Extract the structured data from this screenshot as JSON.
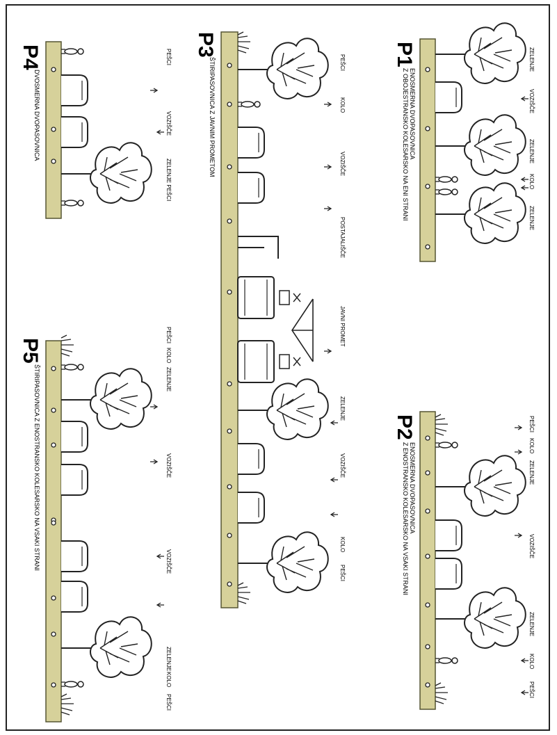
{
  "sections": [
    {
      "id": "P1",
      "code": "P1",
      "title": "ENOSMERNA DVOPASOVNICA",
      "subtitle": "Z OBOJESTRANSKO KOLESARSKO NA ENI STRANI",
      "labels": [
        "ZELENJE",
        "VOZIŠČE",
        "ZELENJE",
        "KOLO",
        "ZELENJE"
      ]
    },
    {
      "id": "P2",
      "code": "P2",
      "title": "ENOSMERNA DVOPASOVNICA",
      "subtitle": "Z ENOSTRANSKO KOLESARSKO NA VSAKI STRANI",
      "labels": [
        "PEŠCI",
        "KOLO",
        "ZELENJE",
        "VOZIŠČE",
        "ZELENJE",
        "KOLO",
        "PEŠCI"
      ]
    },
    {
      "id": "P3",
      "code": "P3",
      "title": "ŠTIRIPASOVNICA Z JAVNIM PROMETOM",
      "subtitle": "",
      "labels": [
        "PEŠCI",
        "KOLO",
        "VOZIŠČE",
        "POSTAJALIŠČE",
        "JAVNI PROMET",
        "ZELENJE",
        "VOZIŠČE",
        "KOLO",
        "PEŠCI"
      ]
    },
    {
      "id": "P4",
      "code": "P4",
      "title": "DVOSMERNA DVOPASOVNICA",
      "subtitle": "",
      "labels": [
        "PEŠCI",
        "VOZIŠČE",
        "ZELENJE PEŠCI"
      ]
    },
    {
      "id": "P5",
      "code": "P5",
      "title": "ŠTIRIPASOVNICA Z ENOSTRANSKO KOLESARSKO NA VSAKI STRANI",
      "subtitle": "",
      "labels": [
        "PEŠCI",
        "KOLO",
        "ZELENJE",
        "VOZIŠČE",
        "VOZIŠČE",
        "ZELENJE",
        "KOLO",
        "PEŠCI"
      ]
    }
  ],
  "colors": {
    "ground": "#d6d19a",
    "ground_stroke": "#555533",
    "ink": "#222222"
  }
}
